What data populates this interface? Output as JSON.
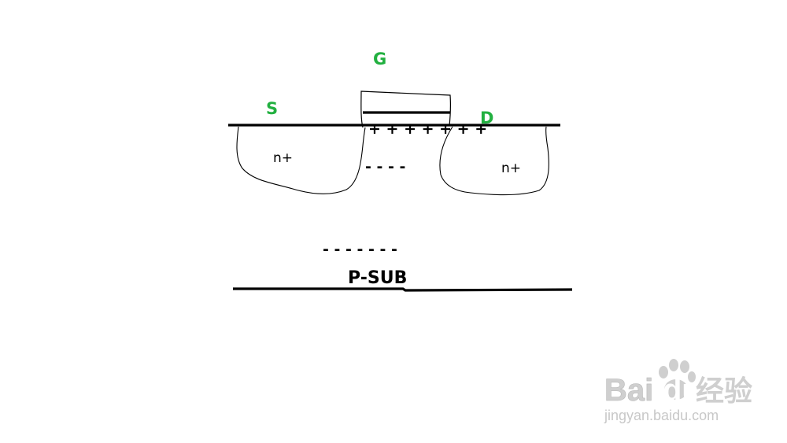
{
  "diagram": {
    "terminals": {
      "source": "S",
      "gate": "G",
      "drain": "D"
    },
    "regions": {
      "source_well": "n+",
      "drain_well": "n+"
    },
    "charges": {
      "gate_plus": "+ + + + + + +",
      "channel_minus": "- - - -",
      "substrate_minus": "- - - - - - -"
    },
    "substrate_label": "P-SUB",
    "colors": {
      "terminal_label": "#22b040",
      "stroke": "#000000",
      "watermark": "#cfcfcf"
    }
  },
  "watermark": {
    "brand_latin": "Bai",
    "brand_latin_2": "du",
    "brand_cn": "经验",
    "url": "jingyan.baidu.com",
    "icon": "paw-icon"
  }
}
